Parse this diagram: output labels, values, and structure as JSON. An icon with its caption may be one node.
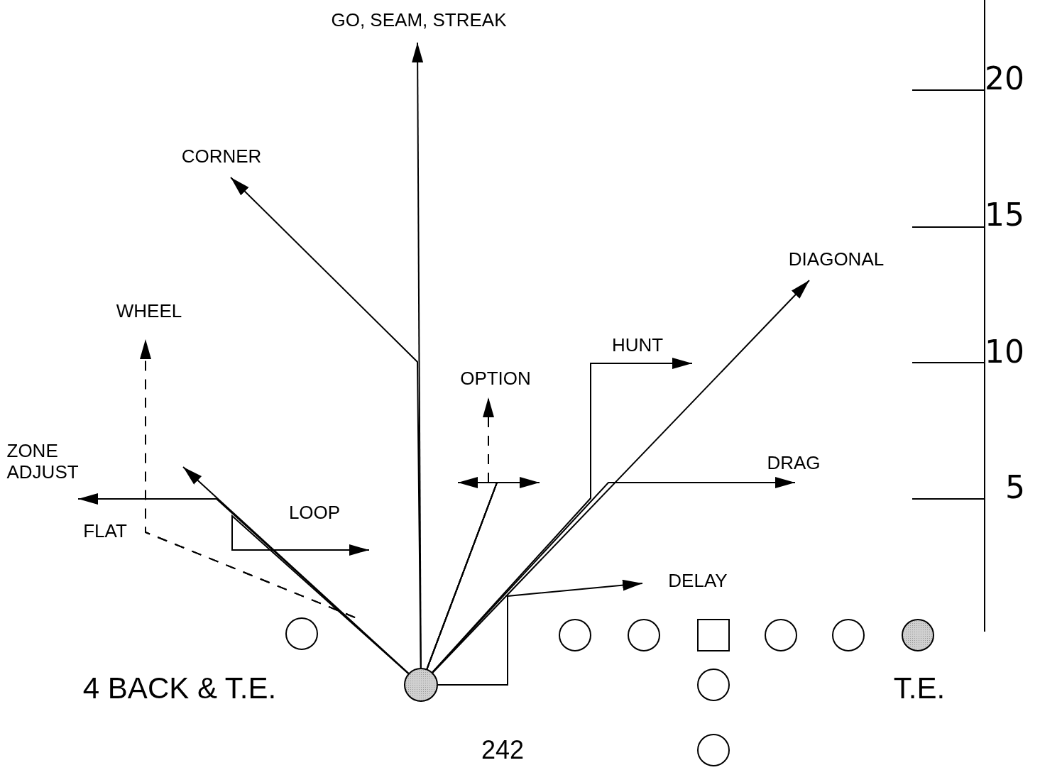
{
  "diagram": {
    "nodes": [
      {
        "text": [],
        "shape": "circle"
      },
      {
        "text": [],
        "shape": "circle"
      },
      {
        "text": [],
        "shape": "circle"
      },
      {
        "text": [],
        "shape": "box"
      },
      {
        "text": [],
        "shape": "circle"
      },
      {
        "text": [],
        "shape": "circle"
      },
      {
        "text": [],
        "shape": "circle"
      },
      {
        "text": [],
        "shape": "circle"
      },
      {
        "text": [],
        "shape": "circle"
      },
      {
        "text": [],
        "shape": "circle"
      }
    ],
    "edges": [
      {
        "from": 7,
        "to": null,
        "arrow": "to",
        "label": "GO, SEAM, STREAK"
      },
      {
        "from": 7,
        "to": null,
        "arrow": "to",
        "label": "CORNER"
      },
      {
        "from": 7,
        "to": null,
        "arrow": "to"
      },
      {
        "from": 7,
        "to": null,
        "arrow": "to",
        "label": "ZONE ADJUST"
      },
      {
        "from": 7,
        "to": null,
        "arrow": "to",
        "label": "LOOP"
      },
      {
        "from": 7,
        "to": null,
        "arrow": "none",
        "label": "FLAT",
        "style": "dashed"
      },
      {
        "from": 7,
        "to": null,
        "arrow": "to",
        "label": "WHEEL",
        "style": "dashed"
      },
      {
        "from": 7,
        "to": null,
        "arrow": "to"
      },
      {
        "from": 7,
        "to": null,
        "arrow": "to"
      },
      {
        "from": 7,
        "to": null,
        "arrow": "to",
        "label": "OPTION",
        "style": "dashed"
      },
      {
        "from": 7,
        "to": null,
        "arrow": "to",
        "label": "DIAGONAL"
      },
      {
        "from": 7,
        "to": null,
        "arrow": "to",
        "label": "HUNT"
      },
      {
        "from": 7,
        "to": null,
        "arrow": "to",
        "label": "DRAG"
      },
      {
        "from": 7,
        "to": null,
        "arrow": "to",
        "label": "DELAY"
      }
    ],
    "labels": [
      "20",
      "15",
      "10",
      "5",
      "4 BACK & T.E.",
      "T.E.",
      "242"
    ]
  }
}
